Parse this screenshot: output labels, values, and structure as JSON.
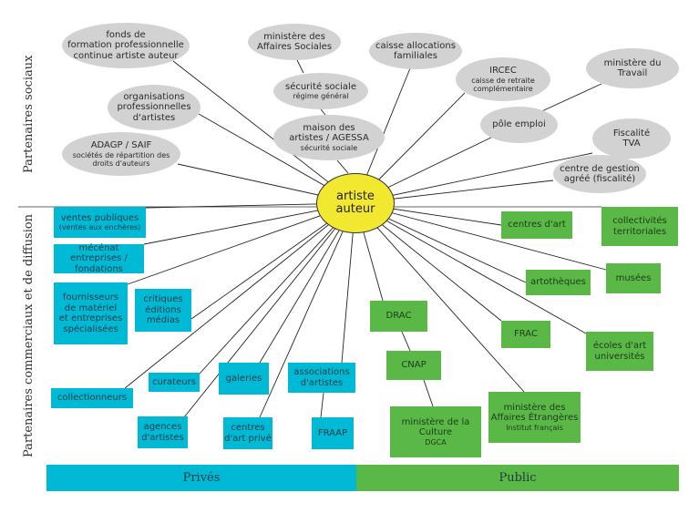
{
  "center": {
    "line1": "artiste",
    "line2": "auteur"
  },
  "side_labels": {
    "social": "Partenaires sociaux",
    "commercial": "Partenaires commerciaux et de diffusion"
  },
  "bottom_bar": {
    "private": "Privés",
    "public": "Public"
  },
  "colors": {
    "private": "#00b9d5",
    "public": "#5ab946",
    "social": "#d2d2d2",
    "center": "#f1e82f"
  },
  "social_partners": [
    {
      "id": "fonds",
      "lines": [
        "fonds de",
        "formation professionnelle",
        "continue artiste auteur"
      ]
    },
    {
      "id": "orgs",
      "lines": [
        "organisations",
        "professionnelles",
        "d'artistes"
      ]
    },
    {
      "id": "adagp",
      "lines": [
        "ADAGP / SAIF",
        "sociétés de répartition des",
        "droits d'auteurs"
      ]
    },
    {
      "id": "min-aff-soc",
      "lines": [
        "ministère des",
        "Affaires Sociales"
      ]
    },
    {
      "id": "secu",
      "lines": [
        "sécurité sociale",
        "régime général"
      ]
    },
    {
      "id": "mda",
      "lines": [
        "maison des",
        "artistes / AGESSA",
        "sécurité sociale"
      ]
    },
    {
      "id": "caf",
      "lines": [
        "caisse allocations",
        "familiales"
      ]
    },
    {
      "id": "ircec",
      "lines": [
        "IRCEC",
        "caisse de retraite",
        "complémentaire"
      ]
    },
    {
      "id": "min-travail",
      "lines": [
        "ministère du",
        "Travail"
      ]
    },
    {
      "id": "pole",
      "lines": [
        "pôle emploi"
      ]
    },
    {
      "id": "fisc",
      "lines": [
        "Fiscalité",
        "TVA"
      ]
    },
    {
      "id": "cga",
      "lines": [
        "centre de gestion",
        "agréé (fiscalité)"
      ]
    }
  ],
  "private_partners": [
    {
      "id": "ventes",
      "lines": [
        "ventes publiques",
        "(ventes aux enchères)"
      ]
    },
    {
      "id": "mecenat",
      "lines": [
        "mécénat",
        "entreprises / fondations"
      ]
    },
    {
      "id": "fournisseurs",
      "lines": [
        "fournisseurs",
        "de matériel",
        "et entreprises",
        "spécialisées"
      ]
    },
    {
      "id": "critiques",
      "lines": [
        "critiques",
        "éditions",
        "médias"
      ]
    },
    {
      "id": "collectionneurs",
      "lines": [
        "collectionneurs"
      ]
    },
    {
      "id": "curateurs",
      "lines": [
        "curateurs"
      ]
    },
    {
      "id": "galeries",
      "lines": [
        "galeries"
      ]
    },
    {
      "id": "associations",
      "lines": [
        "associations",
        "d'artistes"
      ]
    },
    {
      "id": "agences",
      "lines": [
        "agences",
        "d'artistes"
      ]
    },
    {
      "id": "centres-prive",
      "lines": [
        "centres",
        "d'art privé"
      ]
    },
    {
      "id": "fraap",
      "lines": [
        "FRAAP"
      ]
    }
  ],
  "public_partners": [
    {
      "id": "centres-art",
      "lines": [
        "centres d'art"
      ]
    },
    {
      "id": "collectivites",
      "lines": [
        "collectivités",
        "territoriales"
      ]
    },
    {
      "id": "artotheques",
      "lines": [
        "artothèques"
      ]
    },
    {
      "id": "musees",
      "lines": [
        "musées"
      ]
    },
    {
      "id": "drac",
      "lines": [
        "DRAC"
      ]
    },
    {
      "id": "frac",
      "lines": [
        "FRAC"
      ]
    },
    {
      "id": "ecoles",
      "lines": [
        "écoles d'art",
        "universités"
      ]
    },
    {
      "id": "cnap",
      "lines": [
        "CNAP"
      ]
    },
    {
      "id": "min-culture",
      "lines": [
        "ministère de la",
        "Culture",
        "DGCA"
      ]
    },
    {
      "id": "min-aff-etr",
      "lines": [
        "ministère des",
        "Affaires Étrangères",
        "Institut français"
      ]
    }
  ]
}
